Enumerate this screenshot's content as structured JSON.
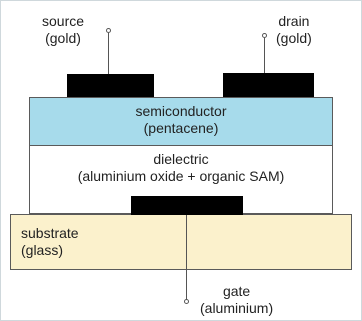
{
  "labels": {
    "source": {
      "line1": "source",
      "line2": "(gold)"
    },
    "drain": {
      "line1": "drain",
      "line2": "(gold)"
    },
    "semiconductor": {
      "line1": "semiconductor",
      "line2": "(pentacene)"
    },
    "dielectric": {
      "line1": "dielectric",
      "line2": "(aluminium oxide + organic SAM)"
    },
    "substrate": {
      "line1": "substrate",
      "line2": "(glass)"
    },
    "gate": {
      "line1": "gate",
      "line2": "(aluminium)"
    }
  },
  "colors": {
    "semiconductor_fill": "#a7dbeb",
    "dielectric_fill": "#ffffff",
    "substrate_fill": "#fbf1cc",
    "electrode_fill": "#000000",
    "outline": "#5a5a5a"
  }
}
